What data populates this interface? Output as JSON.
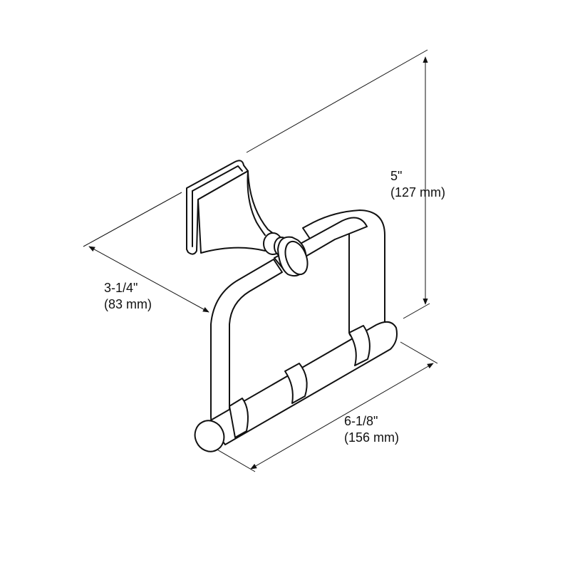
{
  "diagram": {
    "dimensions": {
      "height": {
        "imperial": "5\"",
        "metric": "(127 mm)"
      },
      "depth": {
        "imperial": "3-1/4\"",
        "metric": "(83 mm)"
      },
      "width": {
        "imperial": "6-1/8\"",
        "metric": "(156 mm)"
      }
    },
    "colors": {
      "line": "#111111",
      "background": "#ffffff"
    }
  }
}
